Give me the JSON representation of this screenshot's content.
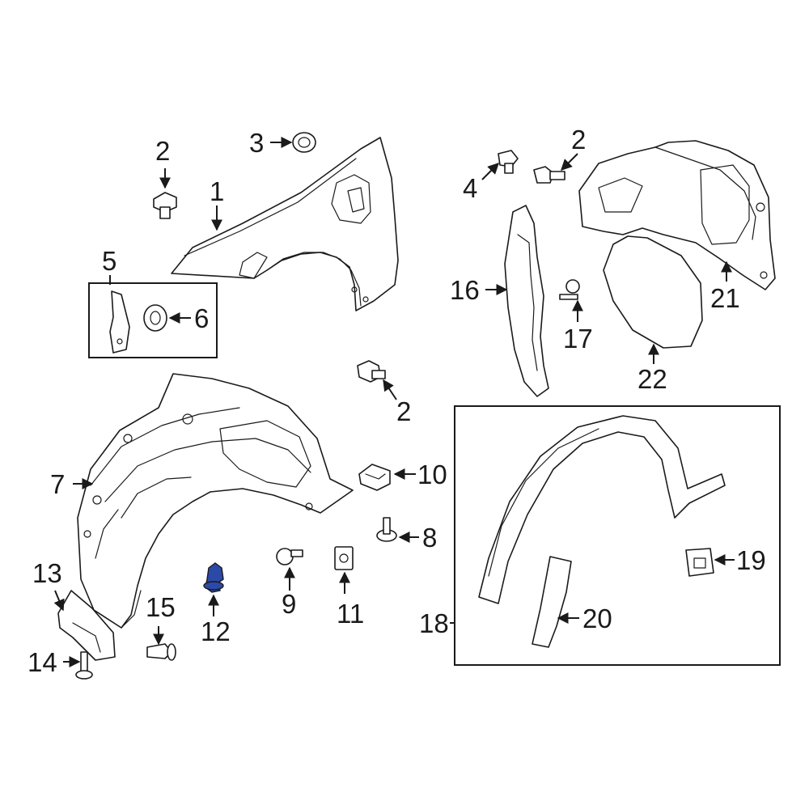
{
  "diagram": {
    "highlight_color": "#2b4aa8",
    "line_color": "#1a1a1a",
    "background": "#ffffff"
  },
  "callouts": [
    {
      "id": "c1",
      "label": "1"
    },
    {
      "id": "c2a",
      "label": "2"
    },
    {
      "id": "c2b",
      "label": "2"
    },
    {
      "id": "c2c",
      "label": "2"
    },
    {
      "id": "c3",
      "label": "3"
    },
    {
      "id": "c4",
      "label": "4"
    },
    {
      "id": "c5",
      "label": "5"
    },
    {
      "id": "c6",
      "label": "6"
    },
    {
      "id": "c7",
      "label": "7"
    },
    {
      "id": "c8",
      "label": "8"
    },
    {
      "id": "c9",
      "label": "9"
    },
    {
      "id": "c10",
      "label": "10"
    },
    {
      "id": "c11",
      "label": "11"
    },
    {
      "id": "c12",
      "label": "12"
    },
    {
      "id": "c13",
      "label": "13"
    },
    {
      "id": "c14",
      "label": "14"
    },
    {
      "id": "c15",
      "label": "15"
    },
    {
      "id": "c16",
      "label": "16"
    },
    {
      "id": "c17",
      "label": "17"
    },
    {
      "id": "c18",
      "label": "18"
    },
    {
      "id": "c19",
      "label": "19"
    },
    {
      "id": "c20",
      "label": "20"
    },
    {
      "id": "c21",
      "label": "21"
    },
    {
      "id": "c22",
      "label": "22"
    }
  ]
}
